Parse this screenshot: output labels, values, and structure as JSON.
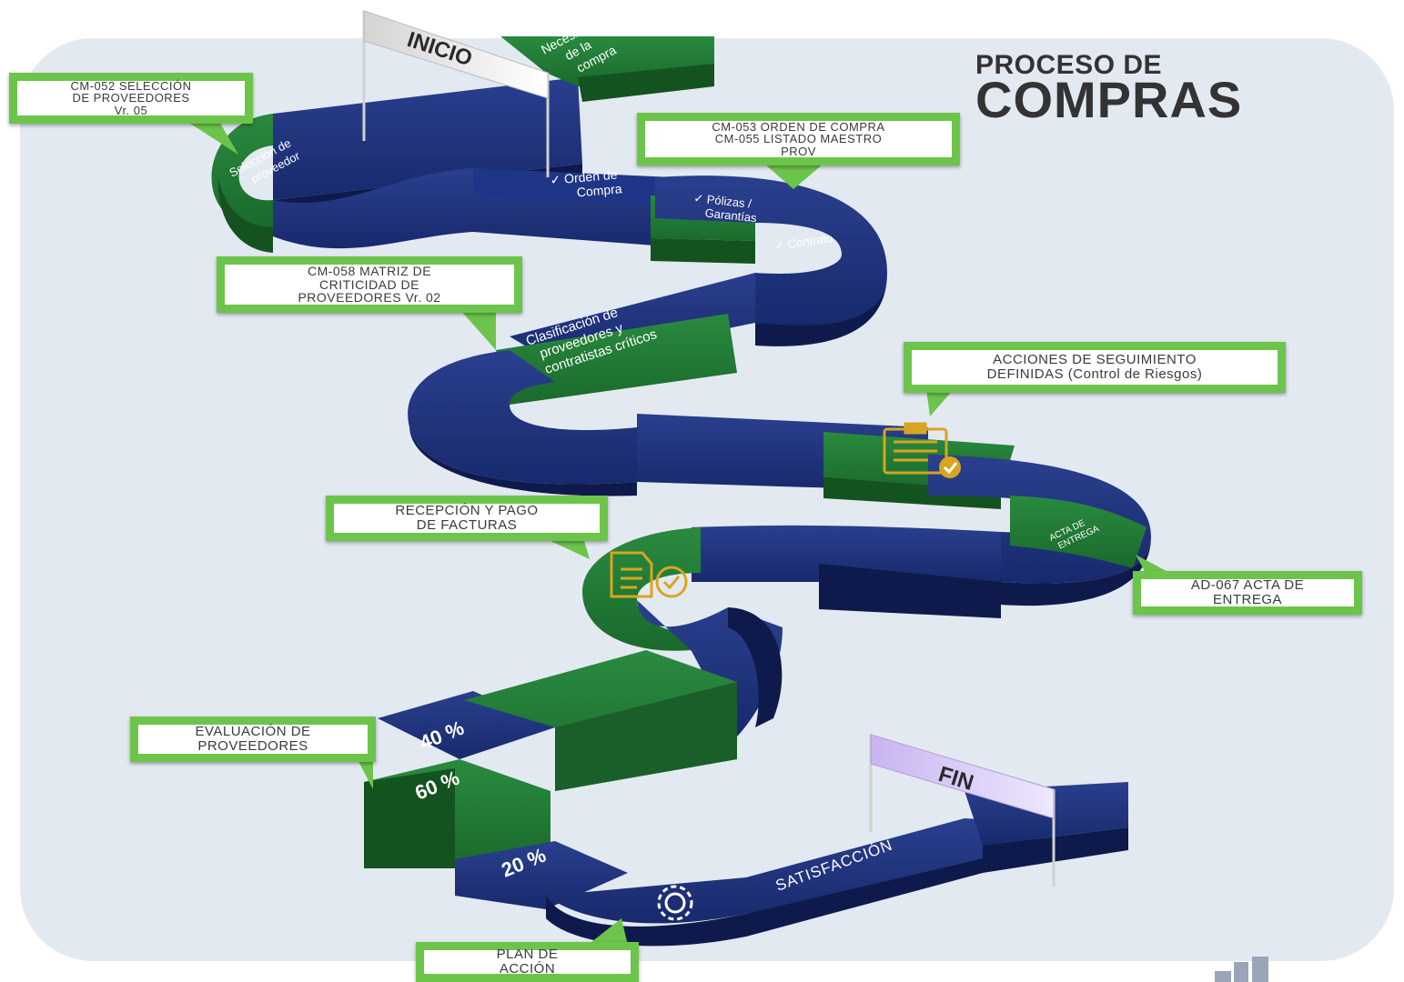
{
  "title": {
    "line1": "PROCESO DE",
    "line2": "COMPRAS"
  },
  "flags": {
    "start": "INICIO",
    "end": "FIN"
  },
  "track_labels": {
    "necesidad": [
      "Necesidad",
      "de la",
      "compra"
    ],
    "seleccion": [
      "Selección de",
      "proveedor"
    ],
    "orden": [
      "✓ Orden de",
      "Compra"
    ],
    "polizas": [
      "✓ Pólizas /",
      "Garantías"
    ],
    "contrato": "✓ Contrato",
    "clasificacion": [
      "Clasificación de",
      "proveedores y",
      "contratistas críticos"
    ],
    "acta": [
      "ACTA DE",
      "ENTREGA"
    ],
    "pct40": "40 %",
    "pct60": "60 %",
    "pct20": "20 %",
    "satisfaccion": "SATISFACCIÓN"
  },
  "callouts": {
    "cm052": [
      "CM-052 SELECCIÓN",
      "DE PROVEEDORES",
      "Vr. 05"
    ],
    "cm053": [
      "CM-053 ORDEN DE COMPRA",
      "CM-055 LISTADO MAESTRO",
      "PROV"
    ],
    "cm058": [
      "CM-058  MATRIZ  DE",
      "CRITICIDAD  DE",
      "PROVEEDORES  Vr. 02"
    ],
    "acciones": [
      "ACCIONES DE SEGUIMIENTO",
      "DEFINIDAS (Control de Riesgos)"
    ],
    "recepcion": [
      "RECEPCIÓN  Y PAGO",
      "DE FACTURAS"
    ],
    "ad067": [
      "AD-067 ACTA DE",
      "ENTREGA"
    ],
    "evaluacion": [
      "EVALUACIÓN DE",
      "PROVEEDORES"
    ],
    "plan": [
      "PLAN  DE",
      "ACCIÓN"
    ]
  },
  "icons": [
    "clipboard-check-icon",
    "invoice-check-icon",
    "gear-icon",
    "building-logo-icon"
  ],
  "colors": {
    "navy": "#1c2f7a",
    "navy_dark": "#101c52",
    "green": "#1f7a35",
    "green_dark": "#14531f",
    "callout_border": "#6cc54a",
    "icon_gold": "#d9a520",
    "background_panel": "#e3e9f1"
  }
}
